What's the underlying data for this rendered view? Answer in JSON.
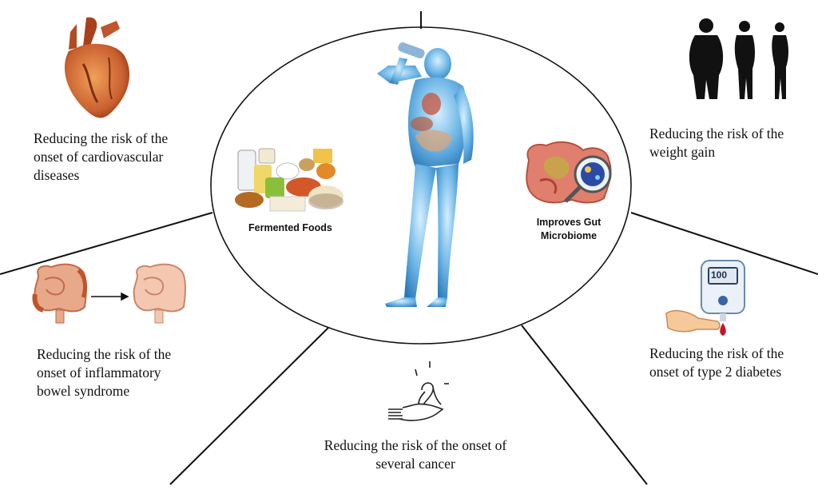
{
  "labels": {
    "fermented_foods": "Fermented Foods",
    "gut_microbiome": "Improves Gut\nMicrobiome",
    "glucometer_reading": "100"
  },
  "captions": {
    "cardiovascular": "Reducing the risk of the\nonset of cardiovascular\ndiseases",
    "weight": "Reducing the risk of the\nweight gain",
    "ibd": "Reducing the risk of the\nonset of inflammatory\nbowel syndrome",
    "diabetes": "Reducing the risk of the\nonset of type 2 diabetes",
    "cancer": "Reducing the risk of the onset of\nseveral cancer"
  },
  "colors": {
    "body_blue": "#5aa8dd",
    "heart": "#c9602f",
    "intestine": "#d98a6c",
    "lines": "#111111"
  }
}
